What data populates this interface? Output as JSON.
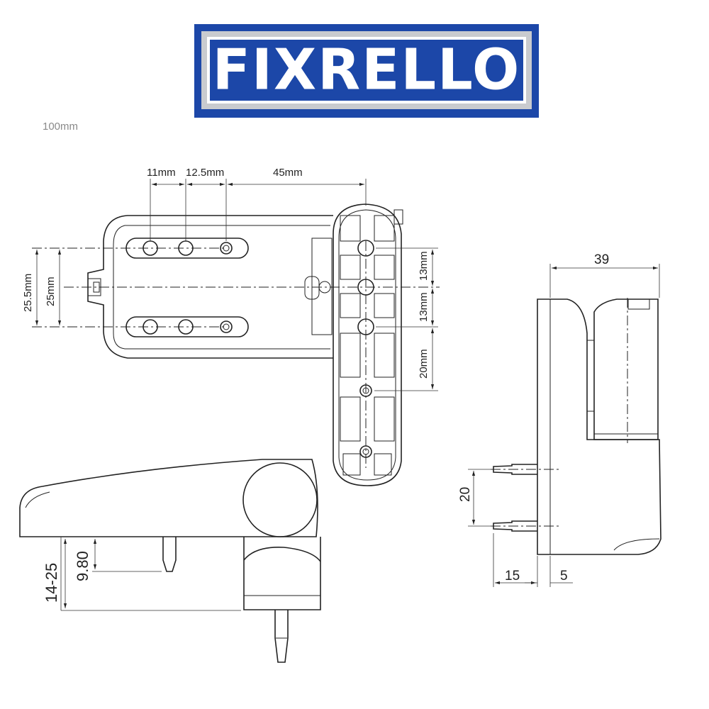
{
  "logo": {
    "text": "FIXRELLO",
    "colors": {
      "frame": "#1c47a8",
      "text": "#ffffff",
      "border": "#c9cbcf"
    }
  },
  "scale_note": "100mm",
  "dimensions": {
    "top_11": "11mm",
    "top_12_5": "12.5mm",
    "top_45": "45mm",
    "left_25_5": "25.5mm",
    "left_25": "25mm",
    "right_13a": "13mm",
    "right_13b": "13mm",
    "right_20": "20mm",
    "side_39": "39",
    "side_20": "20",
    "side_15": "15",
    "side_5": "5",
    "front_14_25": "14-25",
    "front_9_80": "9.80"
  }
}
